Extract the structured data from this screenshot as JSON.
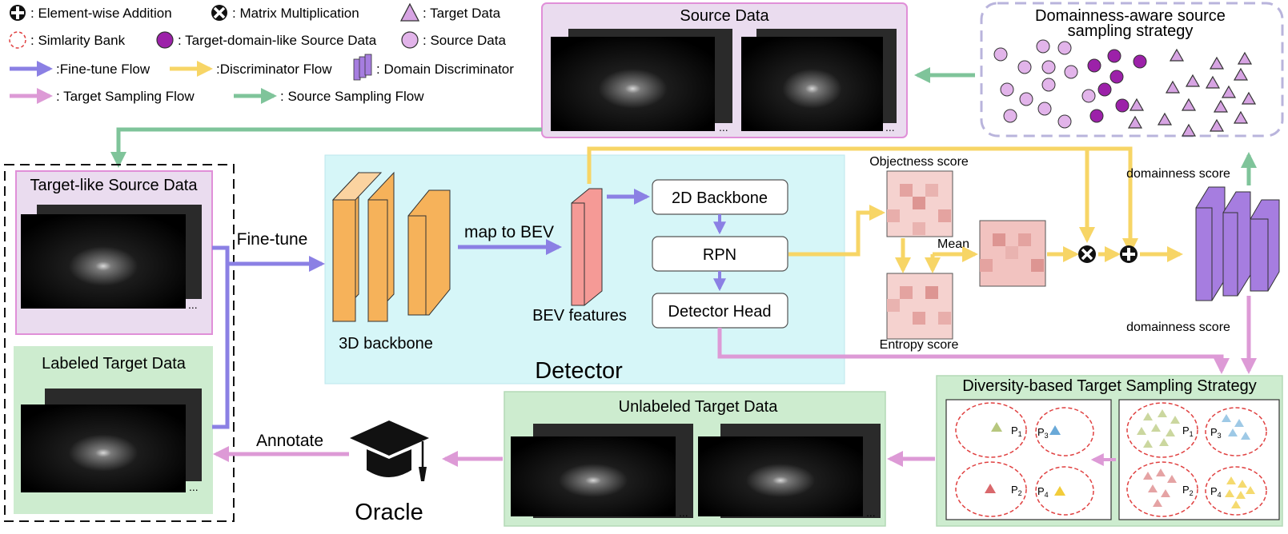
{
  "legend": {
    "element_wise_addition": ": Element-wise Addition",
    "matrix_multiplication": ": Matrix Multiplication",
    "target_data": ": Target Data",
    "similarity_bank": ": Simlarity Bank",
    "target_domain_like_source": ": Target-domain-like Source Data",
    "source_data": ": Source Data",
    "finetune_flow": ":Fine-tune Flow",
    "discriminator_flow": ":Discriminator Flow",
    "domain_discriminator": ": Domain Discriminator",
    "target_sampling_flow": ": Target Sampling Flow",
    "source_sampling_flow": ": Source Sampling Flow"
  },
  "source_data": {
    "title": "Source Data"
  },
  "domainness_strategy": {
    "title_line1": "Domainness-aware source",
    "title_line2": "sampling strategy"
  },
  "target_like": {
    "title": "Target-like Source Data"
  },
  "labeled_target": {
    "title": "Labeled Target Data"
  },
  "unlabeled_target": {
    "title": "Unlabeled Target Data"
  },
  "diversity_strategy": {
    "title": "Diversity-based Target Sampling Strategy",
    "clusters": [
      "P",
      "P",
      "P",
      "P"
    ],
    "subscripts": [
      "1",
      "2",
      "3",
      "4"
    ]
  },
  "detector": {
    "title": "Detector",
    "backbone_3d": "3D backbone",
    "map_to_bev": "map to BEV",
    "bev_features": "BEV features",
    "backbone_2d": "2D Backbone",
    "rpn": "RPN",
    "detector_head": "Detector Head"
  },
  "scores": {
    "objectness": "Objectness score",
    "entropy": "Entropy score",
    "mean": "Mean",
    "domainness_top": "domainness score",
    "domainness_bottom": "domainness score"
  },
  "labels": {
    "finetune": "Fine-tune",
    "annotate": "Annotate",
    "oracle": "Oracle",
    "more": "..."
  },
  "colors": {
    "finetune_flow": "#8b80e4",
    "discriminator_flow": "#f7d566",
    "target_sampling_flow": "#dd9ad6",
    "source_sampling_flow": "#7fc49a",
    "discriminator_fill": "#a67de0",
    "detector_bg": "#d6f6f8",
    "source_panel_bg": "#eadcef",
    "green_panel_bg": "#cdeccf",
    "backbone_orange": "#f6b25a",
    "bev_pink": "#f59a96"
  }
}
